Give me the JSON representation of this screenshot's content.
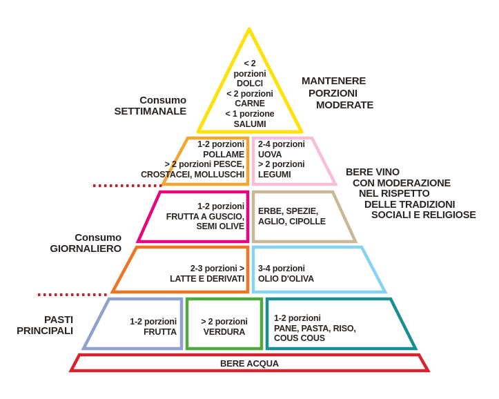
{
  "colors": {
    "text": "#2b2420",
    "yellow": "#ffe10a",
    "amber": "#f2a735",
    "light_pink": "#f6bcd8",
    "magenta": "#e6057e",
    "tan": "#c9b897",
    "orange": "#ee7524",
    "light_blue": "#85d2f2",
    "periwinkle": "#8fa0cd",
    "green": "#4fa93d",
    "teal": "#1a8f93",
    "red": "#d8232f",
    "dotted_red": "#cc2229"
  },
  "side_labels": {
    "weekly": {
      "line1": "Consumo",
      "line2": "SETTIMANALE"
    },
    "moderate": {
      "line1": "MANTENERE",
      "line2": "PORZIONI",
      "line3": "MODERATE"
    },
    "wine": {
      "line1": "BERE VINO",
      "line2": "CON MODERAZIONE",
      "line3": "NEL RISPETTO",
      "line4": "DELLE TRADIZIONI",
      "line5": "SOCIALI E RELIGIOSE"
    },
    "daily": {
      "line1": "Consumo",
      "line2": "GIORNALIERO"
    },
    "main_meals": {
      "line1": "PASTI",
      "line2": "PRINCIPALI"
    }
  },
  "pyramid": {
    "top": {
      "lines": [
        "< 2",
        "porzioni",
        "DOLCI",
        "< 2 porzioni",
        "CARNE",
        "< 1 porzione",
        "SALUMI"
      ]
    },
    "level2_left": {
      "lines": [
        "1-2 porzioni",
        "POLLAME",
        "> 2 porzioni PESCE,",
        "CROSTACEI, MOLLUSCHI"
      ]
    },
    "level2_right": {
      "lines": [
        "2-4 porzioni",
        "UOVA",
        "> 2 porzioni",
        "LEGUMI"
      ]
    },
    "level3_left": {
      "lines": [
        "1-2 porzioni",
        "FRUTTA A GUSCIO,",
        "SEMI OLIVE"
      ]
    },
    "level3_right": {
      "lines": [
        "ERBE, SPEZIE,",
        "AGLIO, CIPOLLE"
      ]
    },
    "level4_left": {
      "lines": [
        "2-3 porzioni >",
        "LATTE E DERIVATI"
      ]
    },
    "level4_right": {
      "lines": [
        "3-4 porzioni",
        "OLIO D'OLIVA"
      ]
    },
    "level5_left": {
      "lines": [
        "1-2 porzioni",
        "FRUTTA"
      ]
    },
    "level5_mid": {
      "lines": [
        "> 2 porzioni",
        "VERDURA"
      ]
    },
    "level5_right": {
      "lines": [
        "1-2 porzioni",
        "PANE, PASTA, RISO,",
        "COUS COUS"
      ]
    },
    "base": {
      "label": "BERE ACQUA"
    }
  }
}
